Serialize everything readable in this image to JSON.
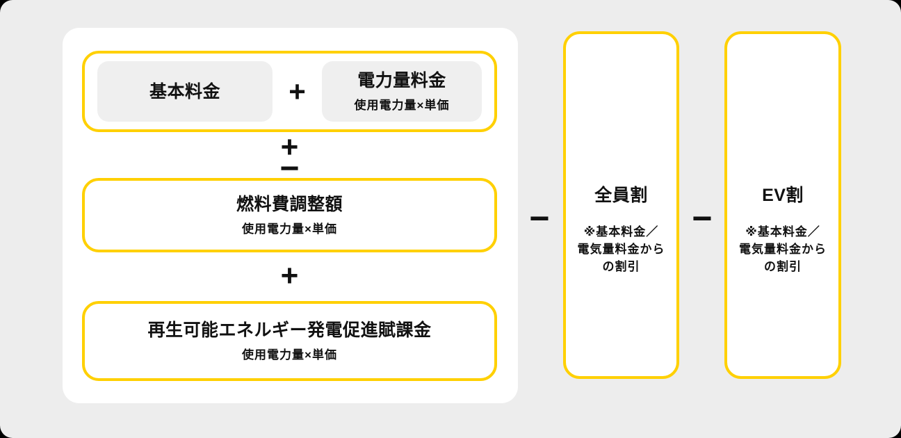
{
  "colors": {
    "accent_yellow": "#FFD000",
    "page_bg": "#EDEDED",
    "panel_bg": "#FFFFFF",
    "inner_box_bg": "#EFEFEF",
    "text": "#111111"
  },
  "charges_panel": {
    "base_group": {
      "basic_fee": "基本料金",
      "plus": "+",
      "energy_fee_title": "電力量料金",
      "energy_fee_sub": "使用電力量×単価"
    },
    "plus_minus_plus": "+",
    "plus_minus_minus": "−",
    "fuel_adjustment_title": "燃料費調整額",
    "fuel_adjustment_sub": "使用電力量×単価",
    "plus": "+",
    "renewable_levy_title": "再生可能エネルギー発電促進賦課金",
    "renewable_levy_sub": "使用電力量×単価"
  },
  "operators": {
    "minus_before_zenin": "−",
    "minus_before_ev": "−"
  },
  "discounts": [
    {
      "title": "全員割",
      "note": "※基本料金／\n電気量料金から\nの割引"
    },
    {
      "title": "EV割",
      "note": "※基本料金／\n電気量料金から\nの割引"
    }
  ]
}
